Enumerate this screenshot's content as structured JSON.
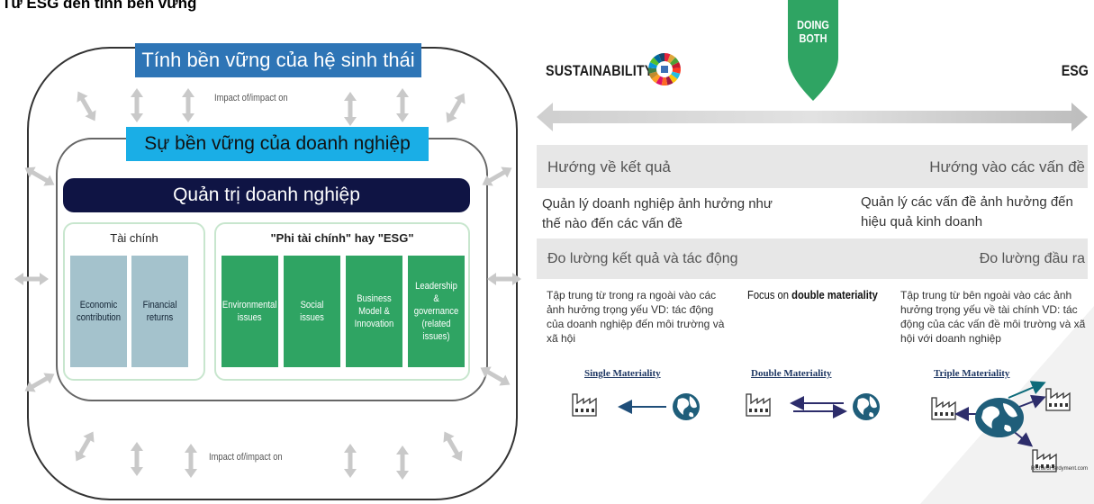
{
  "page_title": "Từ ESG đến tính bền vững",
  "left_diagram": {
    "ecosystem_label": "Tính bền vững của hệ sinh thái",
    "business_label": "Sự bền vững của doanh nghiệp",
    "governance_label": "Quản trị doanh nghiệp",
    "impact_top": "Impact of/impact on",
    "impact_bottom": "Impact of/impact on",
    "financial_panel": {
      "title": "Tài chính",
      "tiles": [
        "Economic contribution",
        "Financial returns"
      ]
    },
    "esg_panel": {
      "title": "\"Phi tài chính\" hay \"ESG\"",
      "tiles": [
        "Environmental issues",
        "Social issues",
        "Business Model & Innovation",
        "Leadership & governance (related issues)"
      ]
    },
    "colors": {
      "ecosystem": "#2e75b6",
      "business": "#1aaee6",
      "governance": "#0f1444",
      "financial_tile": "#a4c2cc",
      "esg_tile": "#2fa463"
    }
  },
  "right_diagram": {
    "sustainability_label": "SUSTAINABILITY",
    "esg_label": "ESG",
    "pin_line1": "DOING",
    "pin_line2": "BOTH",
    "results_oriented": "Hướng về kết quả",
    "issues_oriented": "Hướng vào các vấn đề",
    "manage_left": "Quản lý doanh nghiệp ảnh hưởng như thế nào đến các vấn đề",
    "manage_right": "Quản lý các vấn đề ảnh hưởng đến hiệu quả kinh doanh",
    "measure_left": "Đo lường kết quả và tác động",
    "measure_right": "Đo lường đầu ra",
    "focus_left": "Tập trung từ trong ra ngoài vào các ảnh hưởng trọng yếu VD: tác động của doanh nghiệp đến môi trường và xã hội",
    "focus_center_prefix": "Focus on",
    "focus_center_bold": "double materiality",
    "focus_right": "Tập trung từ bên ngoài vào các ảnh hưởng trọng yếu về tài chính VD: tác động của các vấn đề môi trường và xã hội với doanh nghiệp",
    "single_materiality": "Single Materiality",
    "double_materiality": "Double Materiality",
    "triple_materiality": "Triple Materiality",
    "credit": "RichardHardyment.com",
    "colors": {
      "pin": "#2fa463",
      "band": "#e7e7e7",
      "materiality_arrow": "#2d2d6b",
      "single_arrow": "#1f4e79",
      "globe": "#1f5e7a",
      "triple_arrow": "#0d6b7a"
    }
  }
}
